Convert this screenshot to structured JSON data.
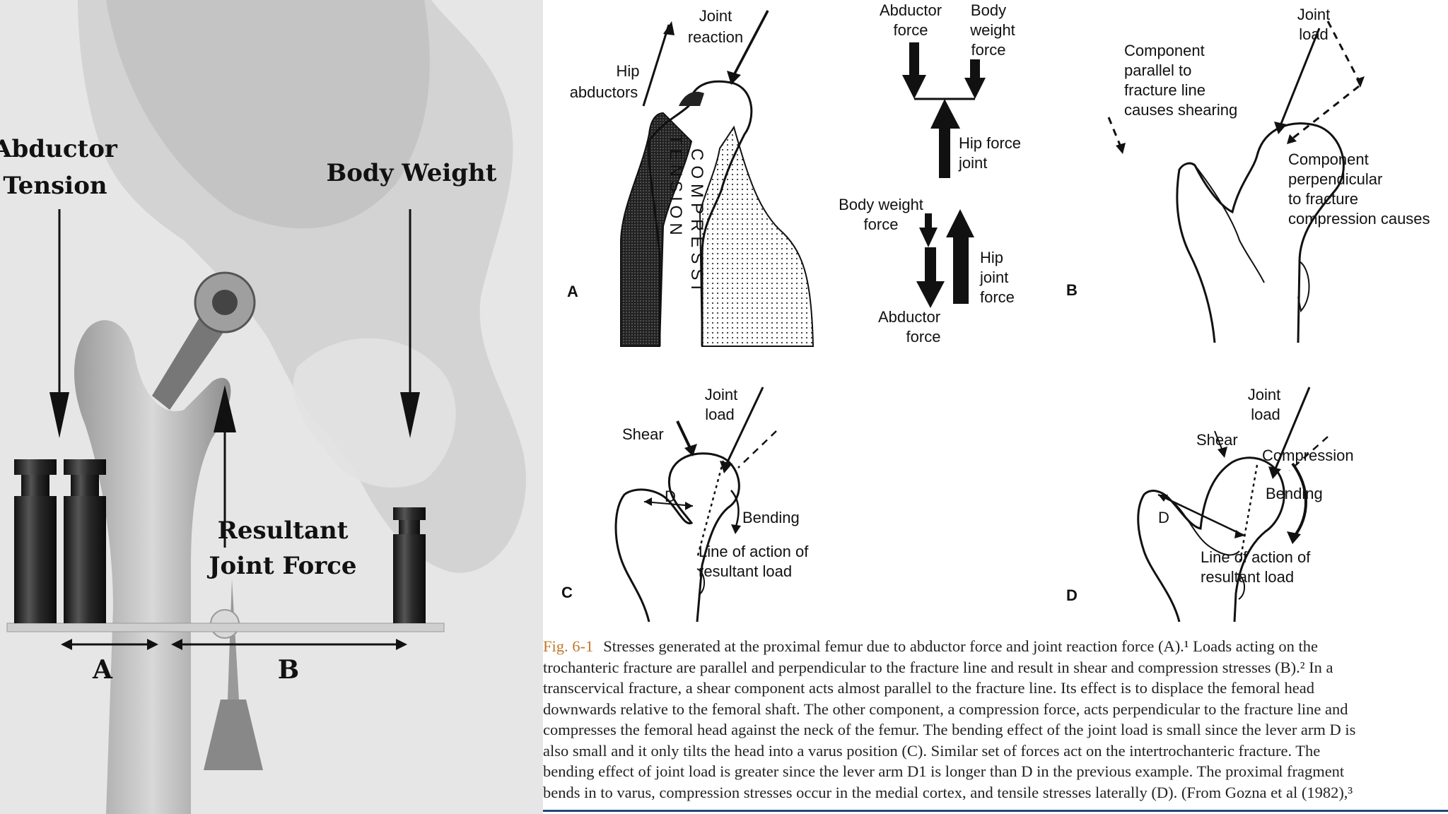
{
  "left_diagram": {
    "abductor_tension": [
      "Abductor",
      "Tension"
    ],
    "body_weight": "Body Weight",
    "resultant_joint_force": [
      "Resultant",
      "Joint Force"
    ],
    "label_a": "A",
    "label_b": "B"
  },
  "panel_a": {
    "letter": "A",
    "joint_reaction": [
      "Joint",
      "reaction"
    ],
    "hip_abductors": [
      "Hip",
      "abductors"
    ],
    "tension": "TENSION",
    "compression": "COMPRESSI"
  },
  "force_diagram": {
    "abductor_force": [
      "Abductor",
      "force"
    ],
    "body_weight_force": [
      "Body",
      "weight",
      "force"
    ],
    "hip_force_joint": [
      "Hip force",
      "joint"
    ],
    "body_weight_force_2": [
      "Body weight",
      "force"
    ],
    "hip_joint_force": [
      "Hip",
      "joint",
      "force"
    ],
    "abductor_force_2": [
      "Abductor",
      "force"
    ]
  },
  "panel_b": {
    "letter": "B",
    "joint_load": [
      "Joint",
      "load"
    ],
    "parallel": [
      "Component",
      "parallel to",
      "fracture line",
      "causes shearing"
    ],
    "perpendicular": [
      "Component",
      "perpendicular",
      "to  fracture",
      "compression causes"
    ]
  },
  "panel_c": {
    "letter": "C",
    "joint_load": [
      "Joint",
      "load"
    ],
    "shear": "Shear",
    "d": "D",
    "bending": "Bending",
    "line_of_action": [
      "Line of action of",
      "resultant load"
    ]
  },
  "panel_d": {
    "letter": "D",
    "joint_load": [
      "Joint",
      "load"
    ],
    "shear": "Shear",
    "compression": "Compression",
    "bending": "Bending",
    "d": "D",
    "line_of_action": [
      "Line of action of",
      "resultant load"
    ]
  },
  "caption": {
    "fig_label": "Fig. 6-1",
    "lines": [
      "Stresses generated at the proximal femur due to abductor force and joint reaction force (A).¹ Loads acting on the",
      "trochanteric fracture are parallel and perpendicular to the fracture line and result in shear and compression stresses (B).² In a",
      "transcervical fracture, a shear component acts almost parallel to the fracture line. Its effect is to displace the femoral head",
      "downwards relative to the femoral shaft. The other component, a compression force, acts perpendicular to the fracture line and",
      "compresses the femoral head against the neck of the femur. The bending effect of the joint load is small since the lever arm D is",
      "also small and it only tilts the head into a varus position (C). Similar set of forces act on the intertrochanteric fracture. The",
      "bending effect of joint load is greater since the lever arm D1 is longer than D in the previous example. The proximal fragment",
      "bends in to varus, compression stresses occur in the medial cortex, and tensile stresses laterally (D). (From Gozna et al (1982),³"
    ]
  },
  "colors": {
    "caption_label": "#c0782b",
    "caption_rule": "#1d4a7a"
  }
}
